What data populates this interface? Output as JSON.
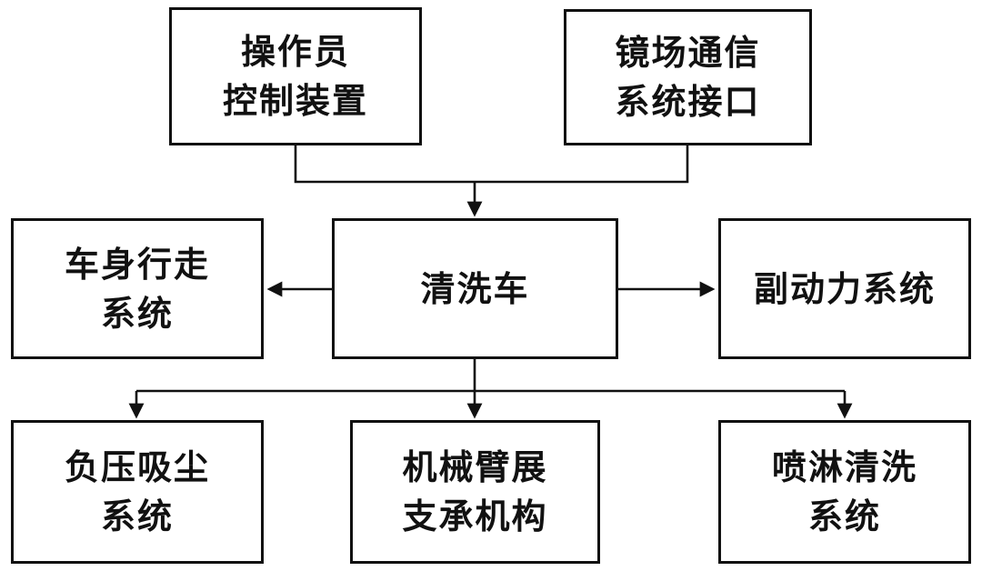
{
  "diagram": {
    "type": "block-diagram",
    "background": "#ffffff",
    "line_color": "#111111",
    "box_border_color": "#111111",
    "text_color": "#111111",
    "nodes": {
      "operator_control": {
        "label": "操作员控制装置",
        "lines": [
          "操作员",
          "控制装置"
        ]
      },
      "comm_interface": {
        "label": "镜场通信系统接口",
        "lines": [
          "镜场通信",
          "系统接口"
        ]
      },
      "body_travel": {
        "label": "车身行走系统",
        "lines": [
          "车身行走",
          "系统"
        ]
      },
      "washer": {
        "label": "清洗车",
        "lines": [
          "清洗车"
        ]
      },
      "aux_power": {
        "label": "副动力系统",
        "lines": [
          "副动力系统"
        ]
      },
      "vacuum": {
        "label": "负压吸尘系统",
        "lines": [
          "负压吸尘",
          "系统"
        ]
      },
      "arm_support": {
        "label": "机械臂展支承机构",
        "lines": [
          "机械臂展",
          "支承机构"
        ]
      },
      "spray": {
        "label": "喷淋清洗系统",
        "lines": [
          "喷淋清洗",
          "系统"
        ]
      }
    },
    "edges": [
      {
        "from": "operator_control",
        "to": "washer",
        "arrow": "down"
      },
      {
        "from": "comm_interface",
        "to": "washer",
        "arrow": "down"
      },
      {
        "from": "washer",
        "to": "body_travel",
        "arrow": "left"
      },
      {
        "from": "washer",
        "to": "aux_power",
        "arrow": "right"
      },
      {
        "from": "washer",
        "to": "vacuum",
        "arrow": "down"
      },
      {
        "from": "washer",
        "to": "arm_support",
        "arrow": "down"
      },
      {
        "from": "washer",
        "to": "spray",
        "arrow": "down"
      }
    ]
  }
}
